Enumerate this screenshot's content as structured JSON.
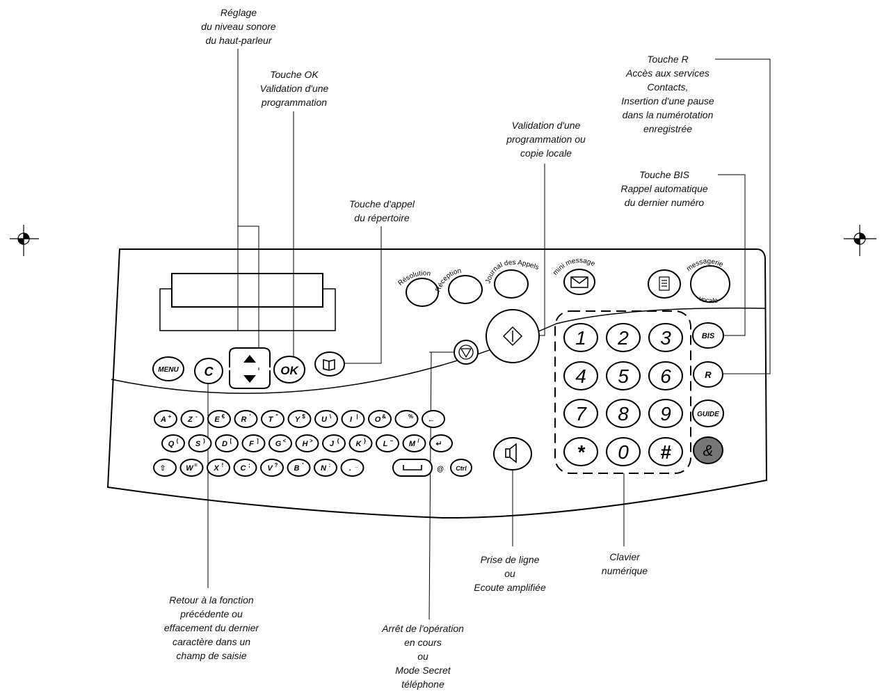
{
  "annotations": {
    "volume": [
      "Réglage",
      "du niveau sonore",
      "du haut-parleur"
    ],
    "ok": [
      "Touche OK",
      "Validation d'une",
      "programmation"
    ],
    "phonebook": [
      "Touche  d'appel",
      "du répertoire"
    ],
    "start": [
      "Validation d'une",
      "programmation ou",
      "copie locale"
    ],
    "r_key": [
      "Touche R",
      "Accès aux services",
      "Contacts,",
      "Insertion d'une pause",
      "dans la numérotation",
      "enregistrée"
    ],
    "bis_key": [
      "Touche BIS",
      "Rappel automatique",
      "du dernier numéro"
    ],
    "correction": [
      "Retour à la fonction",
      "précédente ou",
      "effacement du dernier",
      "caractère dans un",
      "champ de saisie"
    ],
    "stop": [
      "Arrêt de l'opération",
      "en cours",
      "ou",
      "Mode Secret",
      "téléphone"
    ],
    "line": [
      "Prise de ligne",
      "ou",
      "Ecoute amplifiée"
    ],
    "numpad": [
      "Clavier",
      "numérique"
    ]
  },
  "keys": {
    "menu": "MENU",
    "c": "C",
    "ok": "OK",
    "resolution": "Résolution",
    "reception": "Réception",
    "journal": "Journal des Appels",
    "mini_message": "mini message",
    "messagerie": "messagerie",
    "vocale": "vocale",
    "bis": "BIS",
    "r": "R",
    "guide": "GUIDE",
    "ctrl": "Ctrl"
  },
  "numpad": [
    "1",
    "2",
    "3",
    "4",
    "5",
    "6",
    "7",
    "8",
    "9",
    "*",
    "0",
    "#"
  ],
  "alpha_rows": [
    [
      [
        "A",
        "+"
      ],
      [
        "Z",
        "-"
      ],
      [
        "E",
        "€"
      ],
      [
        "R",
        "'"
      ],
      [
        "T",
        "\""
      ],
      [
        "Y",
        "$"
      ],
      [
        "U",
        "\\"
      ],
      [
        "I",
        "|"
      ],
      [
        "O",
        "&"
      ],
      [
        "",
        "%"
      ],
      [
        "←",
        ""
      ]
    ],
    [
      [
        "Q",
        "("
      ],
      [
        "S",
        ")"
      ],
      [
        "D",
        "["
      ],
      [
        "F",
        "]"
      ],
      [
        "G",
        "<"
      ],
      [
        "H",
        ">"
      ],
      [
        "J",
        "{"
      ],
      [
        "K",
        "}"
      ],
      [
        "L",
        "~"
      ],
      [
        "M",
        "/"
      ],
      [
        "↵",
        ""
      ]
    ],
    [
      [
        "⇧",
        ""
      ],
      [
        "W",
        "="
      ],
      [
        "X",
        "!"
      ],
      [
        "C",
        ";"
      ],
      [
        "V",
        "?"
      ],
      [
        "B",
        "'"
      ],
      [
        "N",
        ":"
      ],
      [
        ".",
        "_"
      ]
    ]
  ],
  "icons": {
    "phonebook": "book-icon",
    "start": "start-diamond-icon",
    "stop": "stop-icon",
    "speaker": "speaker-icon",
    "envelope": "envelope-icon",
    "doc": "document-icon",
    "logo": "operator-logo-icon",
    "registration": "registration-mark-icon"
  }
}
